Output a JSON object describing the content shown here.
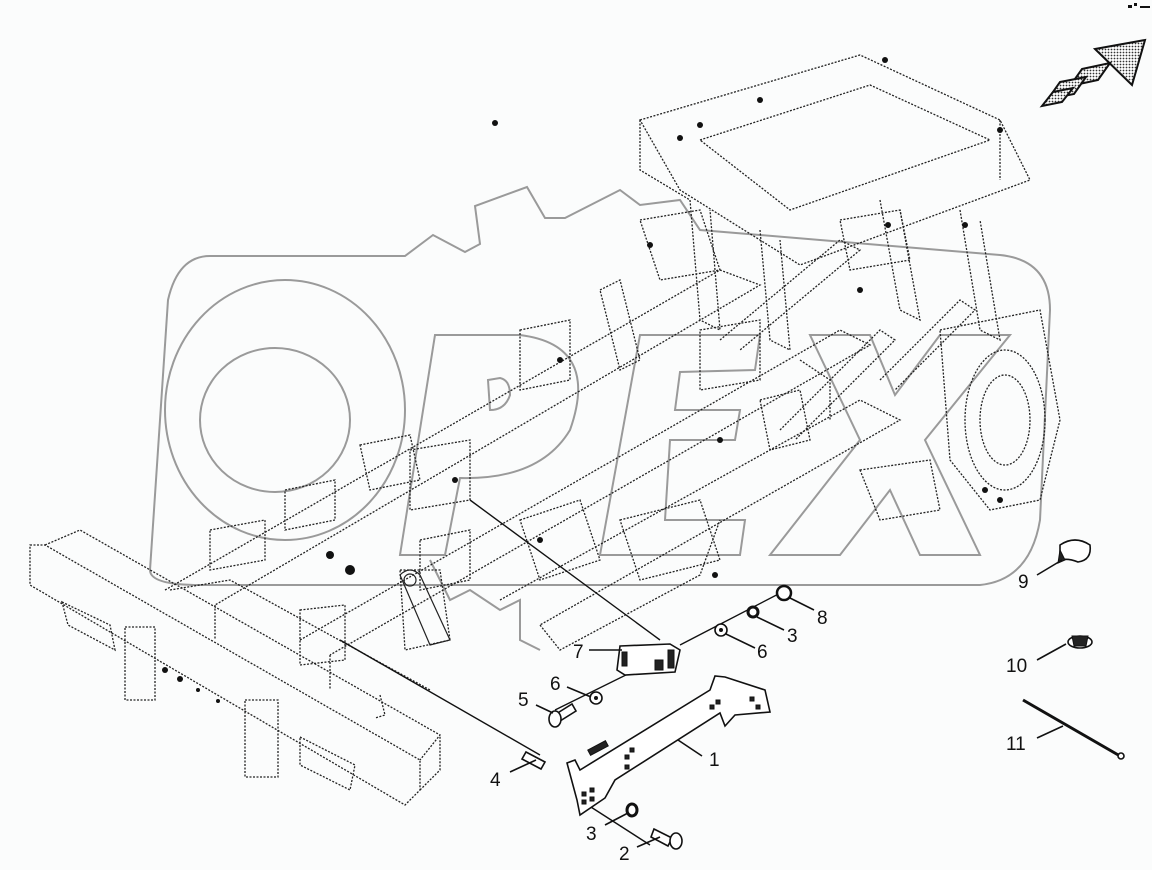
{
  "diagram": {
    "type": "exploded-parts-diagram",
    "subject": "tractor chassis frame with side bracket assembly",
    "watermark_text": "OPEX",
    "orientation_icon": "direction-arrow-icon",
    "callouts": [
      {
        "label": "1",
        "part": "side-bracket"
      },
      {
        "label": "2",
        "part": "bolt"
      },
      {
        "label": "3",
        "part": "washer"
      },
      {
        "label": "3",
        "part": "washer"
      },
      {
        "label": "4",
        "part": "pin"
      },
      {
        "label": "5",
        "part": "bolt"
      },
      {
        "label": "6",
        "part": "washer"
      },
      {
        "label": "6",
        "part": "washer"
      },
      {
        "label": "7",
        "part": "spacer-plate"
      },
      {
        "label": "8",
        "part": "nut"
      },
      {
        "label": "9",
        "part": "hose-clamp"
      },
      {
        "label": "10",
        "part": "clip"
      },
      {
        "label": "11",
        "part": "cable-tie"
      }
    ]
  }
}
